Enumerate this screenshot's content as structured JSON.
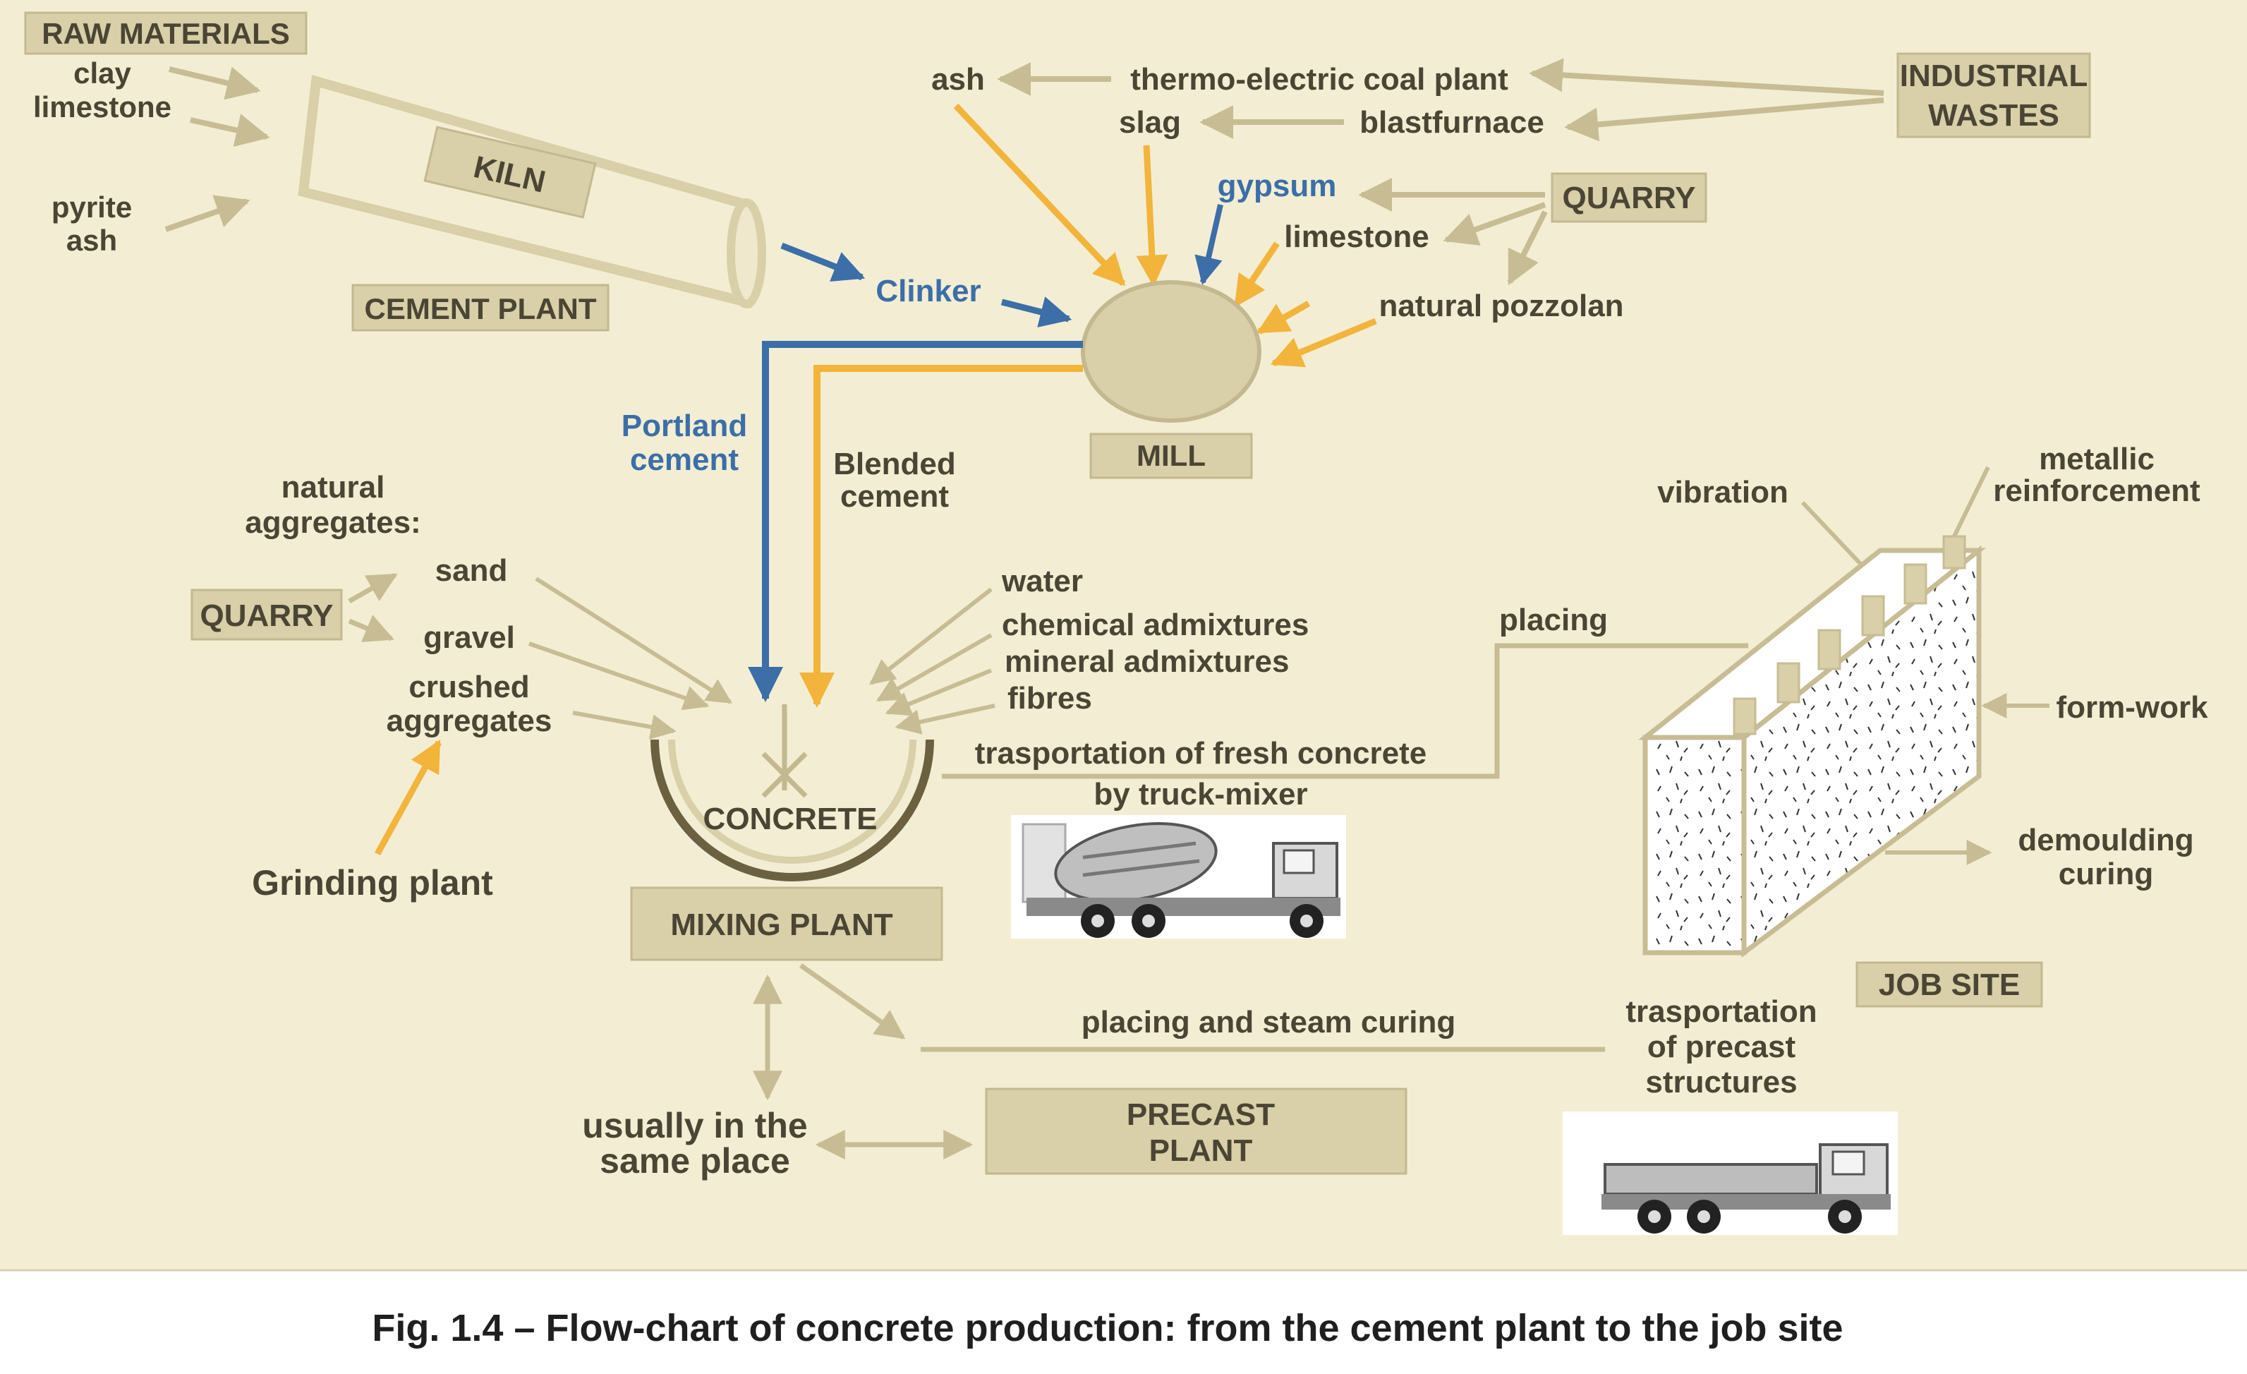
{
  "labels": {
    "raw_materials": "RAW MATERIALS",
    "clay": "clay",
    "limestone_raw": "limestone",
    "pyrite": "pyrite",
    "ash_raw": "ash",
    "kiln": "KILN",
    "cement_plant": "CEMENT PLANT",
    "clinker": "Clinker",
    "ash_top": "ash",
    "thermo": "thermo-electric coal plant",
    "slag": "slag",
    "blastfurnace": "blastfurnace",
    "industrial": "INDUSTRIAL",
    "wastes": "WASTES",
    "gypsum": "gypsum",
    "quarry_top": "QUARRY",
    "limestone_q": "limestone",
    "pozzolan": "natural pozzolan",
    "mill": "MILL",
    "portland1": "Portland",
    "portland2": "cement",
    "blended1": "Blended",
    "blended2": "cement",
    "natural1": "natural",
    "natural2": "aggregates:",
    "sand": "sand",
    "quarry_left": "QUARRY",
    "gravel": "gravel",
    "crushed1": "crushed",
    "crushed2": "aggregates",
    "grinding": "Grinding plant",
    "water": "water",
    "chem": "chemical admixtures",
    "mineral": "mineral admixtures",
    "fibres": "fibres",
    "concrete": "CONCRETE",
    "mixing_plant": "MIXING PLANT",
    "transport1": "trasportation of fresh concrete",
    "transport2": "by truck-mixer",
    "placing": "placing",
    "vibration": "vibration",
    "metallic1": "metallic",
    "metallic2": "reinforcement",
    "formwork": "form-work",
    "demoulding1": "demoulding",
    "demoulding2": "curing",
    "job_site": "JOB SITE",
    "placing_steam": "placing and steam curing",
    "precast_tr1": "trasportation",
    "precast_tr2": "of precast",
    "precast_tr3": "structures",
    "same1": "usually in the",
    "same2": "same place",
    "precast1": "PRECAST",
    "precast2": "PLANT"
  },
  "caption": "Fig. 1.4 –  Flow-chart of concrete production: from  the cement plant to the job site",
  "colors": {
    "background": "#f3eed3",
    "box": "#d9cfa8",
    "text": "#4a4534",
    "orange": "#f2b43a",
    "blue": "#3c6ea8",
    "line": "#c7bc94"
  }
}
